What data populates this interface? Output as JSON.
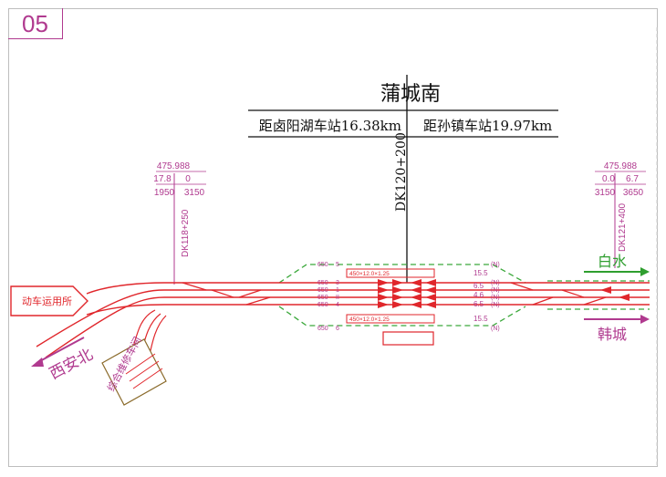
{
  "page_number": "05",
  "station": {
    "name": "蒲城南",
    "left_distance": "距卤阳湖车站16.38km",
    "right_distance": "距孙镇车站19.97km",
    "center_chainage": "DK120+200"
  },
  "left_marker": {
    "chainage": "DK118+250",
    "elevation": "475.988",
    "grade_top_left": "17.8",
    "grade_top_right": "0",
    "length_left": "1950",
    "length_right": "3150"
  },
  "right_marker": {
    "chainage": "DK121+400",
    "elevation": "475.988",
    "grade_top_left": "0.0",
    "grade_top_right": "6.7",
    "length_left": "3150",
    "length_right": "3650"
  },
  "tracks": [
    {
      "number": "5",
      "length": "650",
      "spacing": "",
      "end_label": "(N)"
    },
    {
      "number": "3",
      "length": "650",
      "spacing": "15.5",
      "end_label": "(N)"
    },
    {
      "number": "1",
      "length": "650",
      "spacing": "6.5",
      "end_label": "(N)"
    },
    {
      "number": "II",
      "length": "650",
      "spacing": "4.6",
      "end_label": "(N)"
    },
    {
      "number": "4",
      "length": "650",
      "spacing": "6.5",
      "end_label": "(N)"
    },
    {
      "number": "6",
      "length": "650",
      "spacing": "15.5",
      "end_label": "(N)"
    }
  ],
  "platforms": [
    {
      "label": "450×12.0×1.25"
    },
    {
      "label": "450×12.0×1.25"
    }
  ],
  "depot_label": "动车运用所",
  "maintenance_label": "综合维修车间",
  "directions": {
    "xian_north": "西安北",
    "baishui": "白水",
    "hancheng": "韩城"
  },
  "colors": {
    "track_red": "#e0262b",
    "dashed_green": "#3aa83a",
    "label_magenta": "#b03a8f",
    "text_black": "#111111"
  }
}
